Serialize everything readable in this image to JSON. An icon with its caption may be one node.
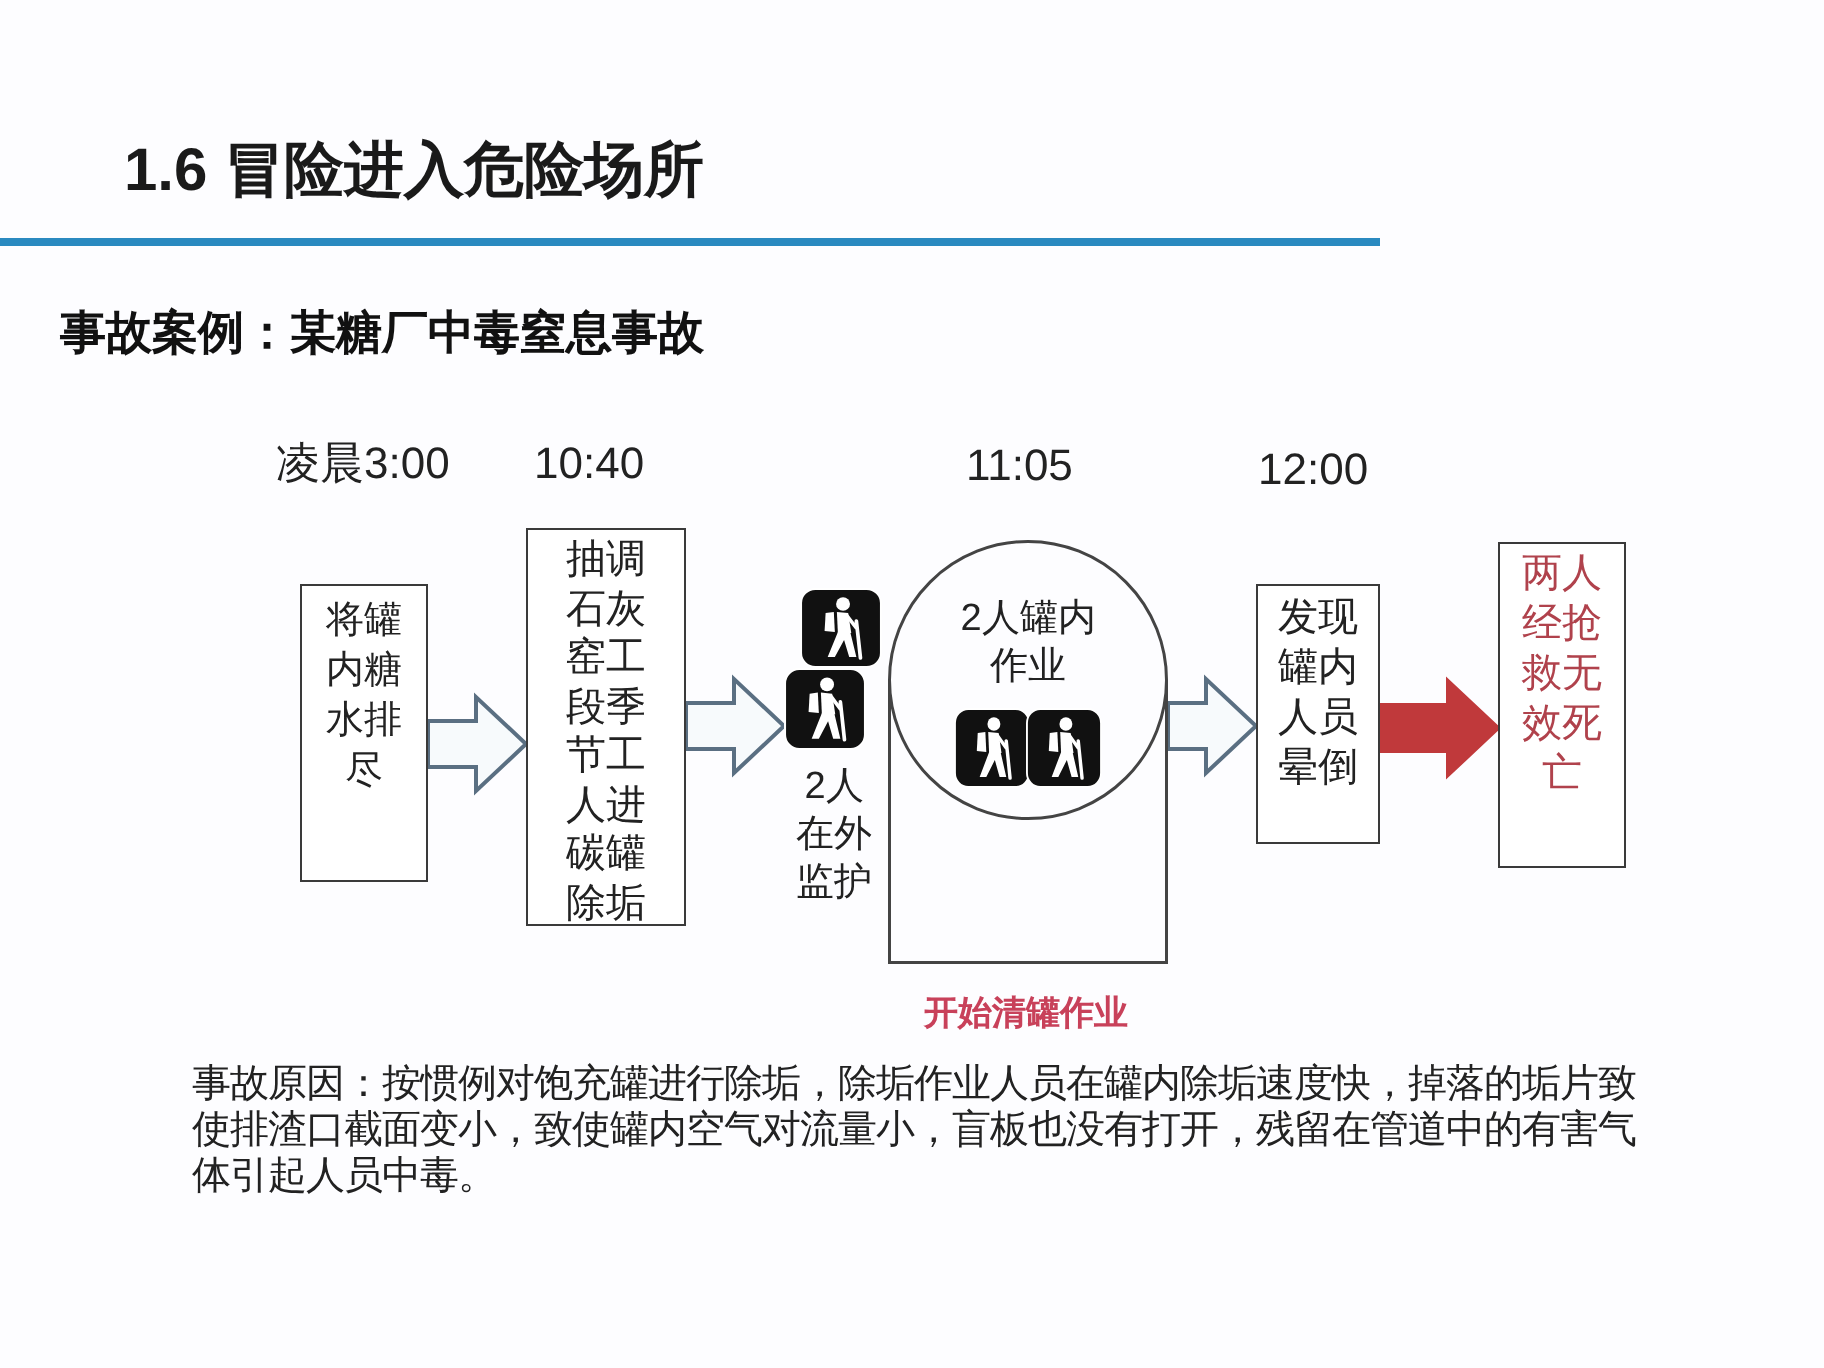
{
  "diagram": {
    "title": "1.6 冒险进入危险场所",
    "labels": [
      "事故案例：某糖厂中毒窒息事故"
    ],
    "nodes": [
      {
        "text": [
          "将罐内糖水排尽"
        ],
        "beside": [
          "凌晨3:00"
        ]
      },
      {
        "text": [
          "抽调石灰窑工段季节工人进碳罐除垢"
        ],
        "beside": [
          "10:40"
        ]
      },
      {
        "text": [
          "2人在外监护"
        ]
      },
      {
        "text": [
          "2人罐内作业"
        ],
        "beside": [
          "11:05",
          "开始清罐作业"
        ]
      },
      {
        "text": [
          "发现罐内人员晕倒"
        ],
        "beside": [
          "12:00"
        ]
      },
      {
        "text": [
          "两人经抢救无效死亡"
        ]
      }
    ],
    "edges": [
      {
        "from": 0,
        "to": 1,
        "arrow": "to"
      },
      {
        "from": 1,
        "to": 2,
        "arrow": "to"
      },
      {
        "from": 3,
        "to": 4,
        "arrow": "to"
      },
      {
        "from": 4,
        "to": 5,
        "arrow": "to",
        "color": "#c0393b"
      }
    ],
    "caption": "事故原因：按惯例对饱充罐进行除垢，除垢作业人员在罐内除垢速度快，掉落的垢片致使排渣口截面变小，致使罐内空气对流量小，盲板也没有打开，残留在管道中的有害气体引起人员中毒。"
  }
}
